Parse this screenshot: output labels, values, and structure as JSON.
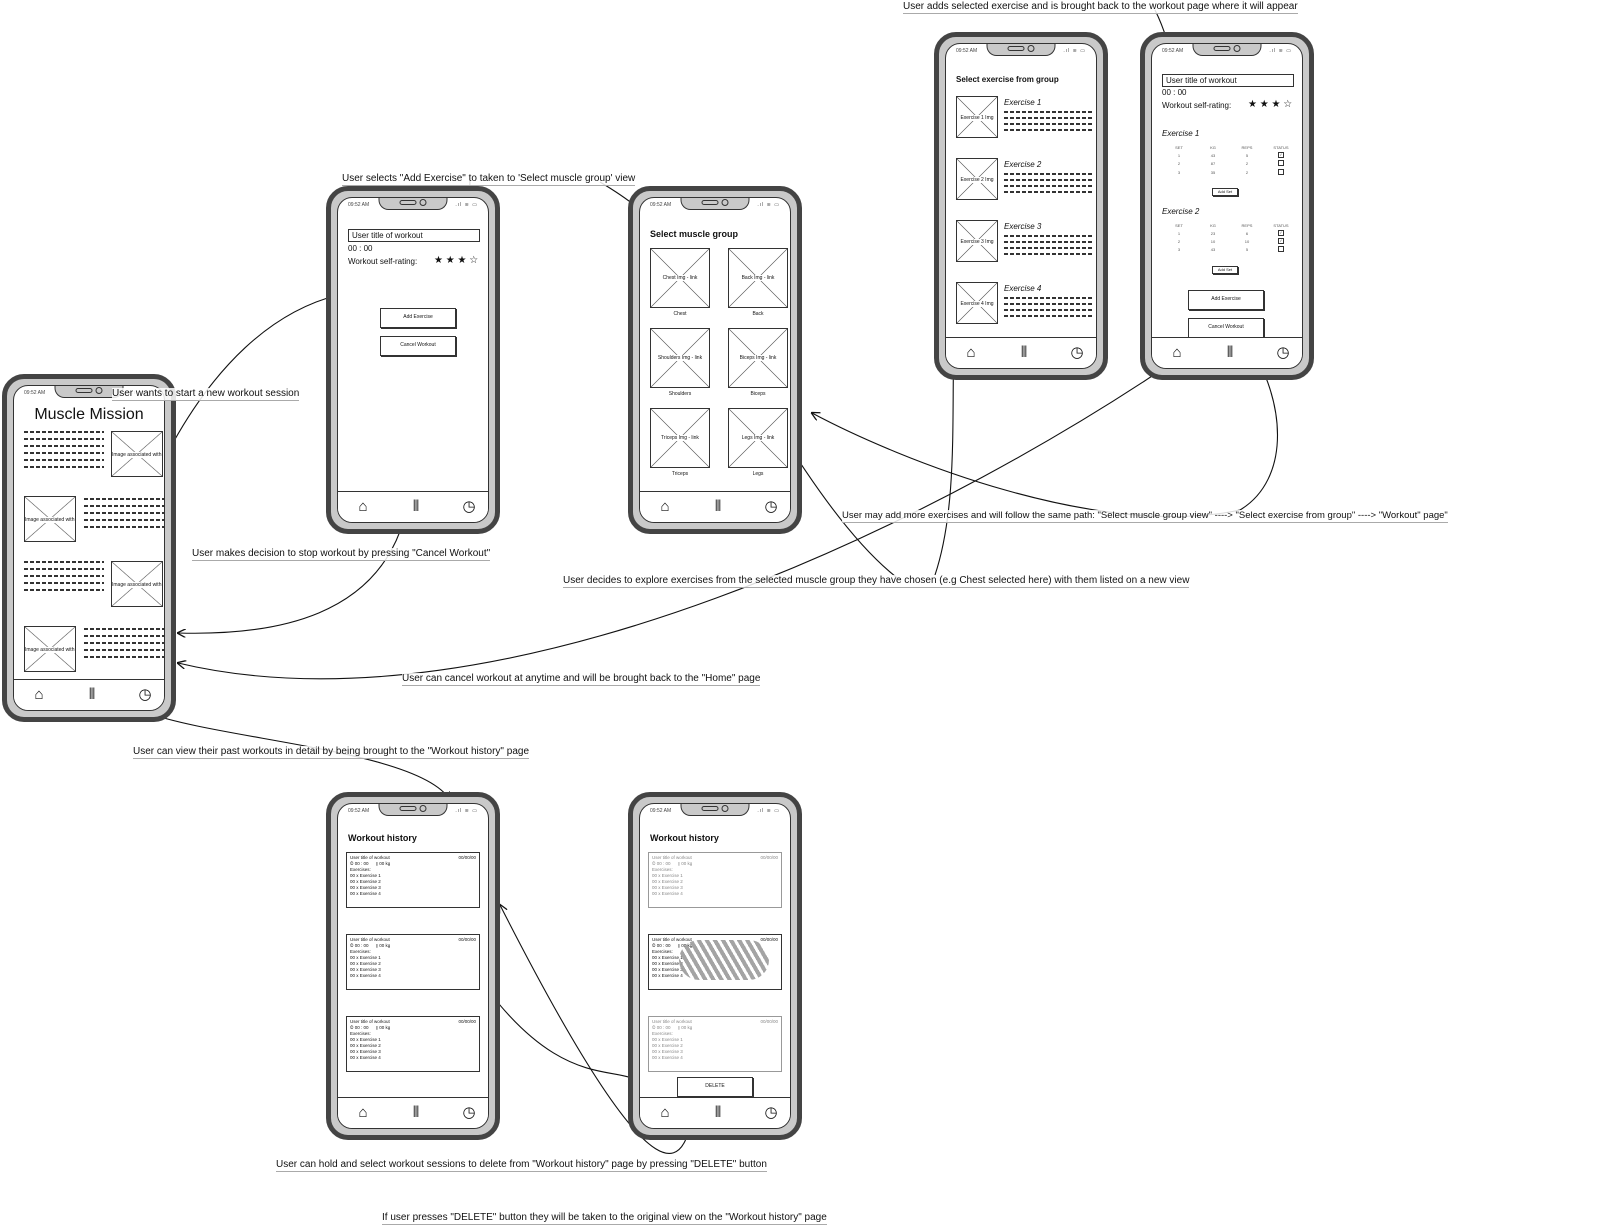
{
  "status_time": "09:52 AM",
  "home": {
    "app_title": "Muscle Mission",
    "image_caption": "Image associated with text"
  },
  "workout": {
    "title_field": "User title of workout",
    "timer": "00 : 00",
    "rating_label": "Workout self-rating:",
    "stars": "★ ★ ★ ☆",
    "add_exercise": "Add Exercise",
    "cancel_workout": "Cancel Workout"
  },
  "muscle_group": {
    "title": "Select muscle group",
    "groups": [
      {
        "img": "Chest Img - link",
        "label": "Chest"
      },
      {
        "img": "Back Img - link",
        "label": "Back"
      },
      {
        "img": "Shoulders Img - link",
        "label": "Shoulders"
      },
      {
        "img": "Biceps Img - link",
        "label": "Biceps"
      },
      {
        "img": "Triceps Img - link",
        "label": "Triceps"
      },
      {
        "img": "Legs Img - link",
        "label": "Legs"
      }
    ]
  },
  "exercise_select": {
    "title": "Select exercise from group",
    "exercises": [
      {
        "img": "Exercise 1 Img",
        "name": "Exercise 1"
      },
      {
        "img": "Exercise 2 Img",
        "name": "Exercise 2"
      },
      {
        "img": "Exercise 3 Img",
        "name": "Exercise 3"
      },
      {
        "img": "Exercise 4 Img",
        "name": "Exercise 4"
      }
    ]
  },
  "workout_full": {
    "title_field": "User title of workout",
    "timer": "00 : 00",
    "rating_label": "Workout self-rating:",
    "stars": "★ ★ ★ ☆",
    "columns": [
      "SET",
      "KG",
      "REPS",
      "STATUS"
    ],
    "exercises": [
      {
        "name": "Exercise 1",
        "rows": [
          [
            "1",
            "43",
            "5",
            true
          ],
          [
            "2",
            "87",
            "2",
            false
          ],
          [
            "3",
            "35",
            "2",
            false
          ]
        ]
      },
      {
        "name": "Exercise 2",
        "rows": [
          [
            "1",
            "23",
            "6",
            true
          ],
          [
            "2",
            "10",
            "10",
            true
          ],
          [
            "3",
            "43",
            "5",
            false
          ]
        ]
      }
    ],
    "add_set": "Add Set",
    "add_exercise": "Add Exercise",
    "cancel_workout": "Cancel Workout"
  },
  "history": {
    "title": "Workout history",
    "card_title": "User title of workout",
    "date": "00/00/00",
    "time": "00 : 00",
    "weight": "00 kg",
    "exercises_label": "Exercises:",
    "lines": [
      "00 x Exercise 1",
      "00 x Exercise 2",
      "00 x Exercise 3",
      "00 x Exercise 4"
    ],
    "delete": "DELETE"
  },
  "annotations": {
    "add_selected": "User adds selected exercise and is brought back to the workout page where it will appear",
    "add_exercise": "User selects \"Add Exercise\" to taken to 'Select muscle group' view",
    "start": "User wants to start a new workout session",
    "stop": "User makes decision to stop workout by pressing \"Cancel Workout\"",
    "more": "User may add more exercises and will follow the same path: \"Select muscle group view\" ----> \"Select exercise from group\" ----> \"Workout\" page\"",
    "explore": "User decides to explore exercises from the selected muscle group they have chosen (e.g Chest selected here) with them listed on a new view",
    "cancel_any": "User can cancel workout at anytime and will be brought back to the \"Home\" page",
    "history": "User can view their past workouts in detail by being brought to the \"Workout history\" page",
    "hold": "User can hold and select workout sessions to delete from \"Workout history\" page by pressing \"DELETE\" button",
    "delete": "If user presses \"DELETE\" button they will be taken to the original view on the \"Workout history\" page"
  }
}
